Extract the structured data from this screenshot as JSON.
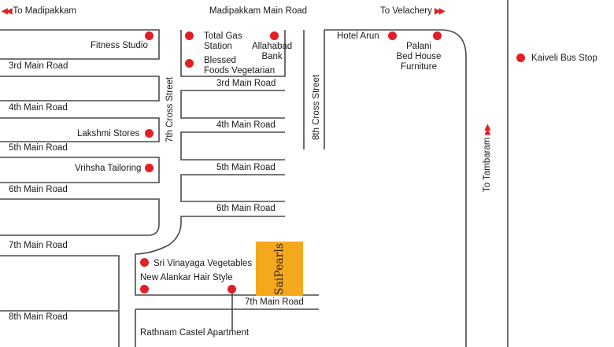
{
  "directions": {
    "madipakkam": "To Madipakkam",
    "velachery": "To Velachery",
    "tambaram": "To Tambaram",
    "main_road": "Madipakkam Main Road"
  },
  "streets": {
    "third_left": "3rd Main Road",
    "fourth_left": "4th Main Road",
    "fifth_left": "5th Main Road",
    "sixth_left": "6th Main Road",
    "seventh_left": "7th Main Road",
    "eighth_left": "8th Main Road",
    "third_mid": "3rd Main Road",
    "fourth_mid": "4th Main Road",
    "fifth_mid": "5th Main Road",
    "sixth_mid": "6th Main Road",
    "seventh_mid": "7th Main Road",
    "cross7": "7th Cross Street",
    "cross8": "8th Cross Street"
  },
  "landmarks": {
    "fitness": "Fitness Studio",
    "total_gas_1": "Total Gas",
    "total_gas_2": "Station",
    "allahabad_1": "Allahabad",
    "allahabad_2": "Bank",
    "blessed_1": "Blessed",
    "blessed_2": "Foods Vegetarian",
    "hotel_arun": "Hotel Arun",
    "palani_1": "Palani",
    "palani_2": "Bed House",
    "palani_3": "Furniture",
    "kaiveli": "Kaiveli Bus Stop",
    "lakshmi": "Lakshmi Stores",
    "vrihsha": "Vrihsha Tailoring",
    "vinayaga": "Sri Vinayaga Vegetables",
    "alankar": "New Alankar Hair Style",
    "rathnam": "Rathnam Castel Apartment"
  },
  "project": {
    "name": "SaiPearls"
  },
  "colors": {
    "marker": "#e31e24",
    "project": "#f5a81c",
    "road": "#444444"
  }
}
